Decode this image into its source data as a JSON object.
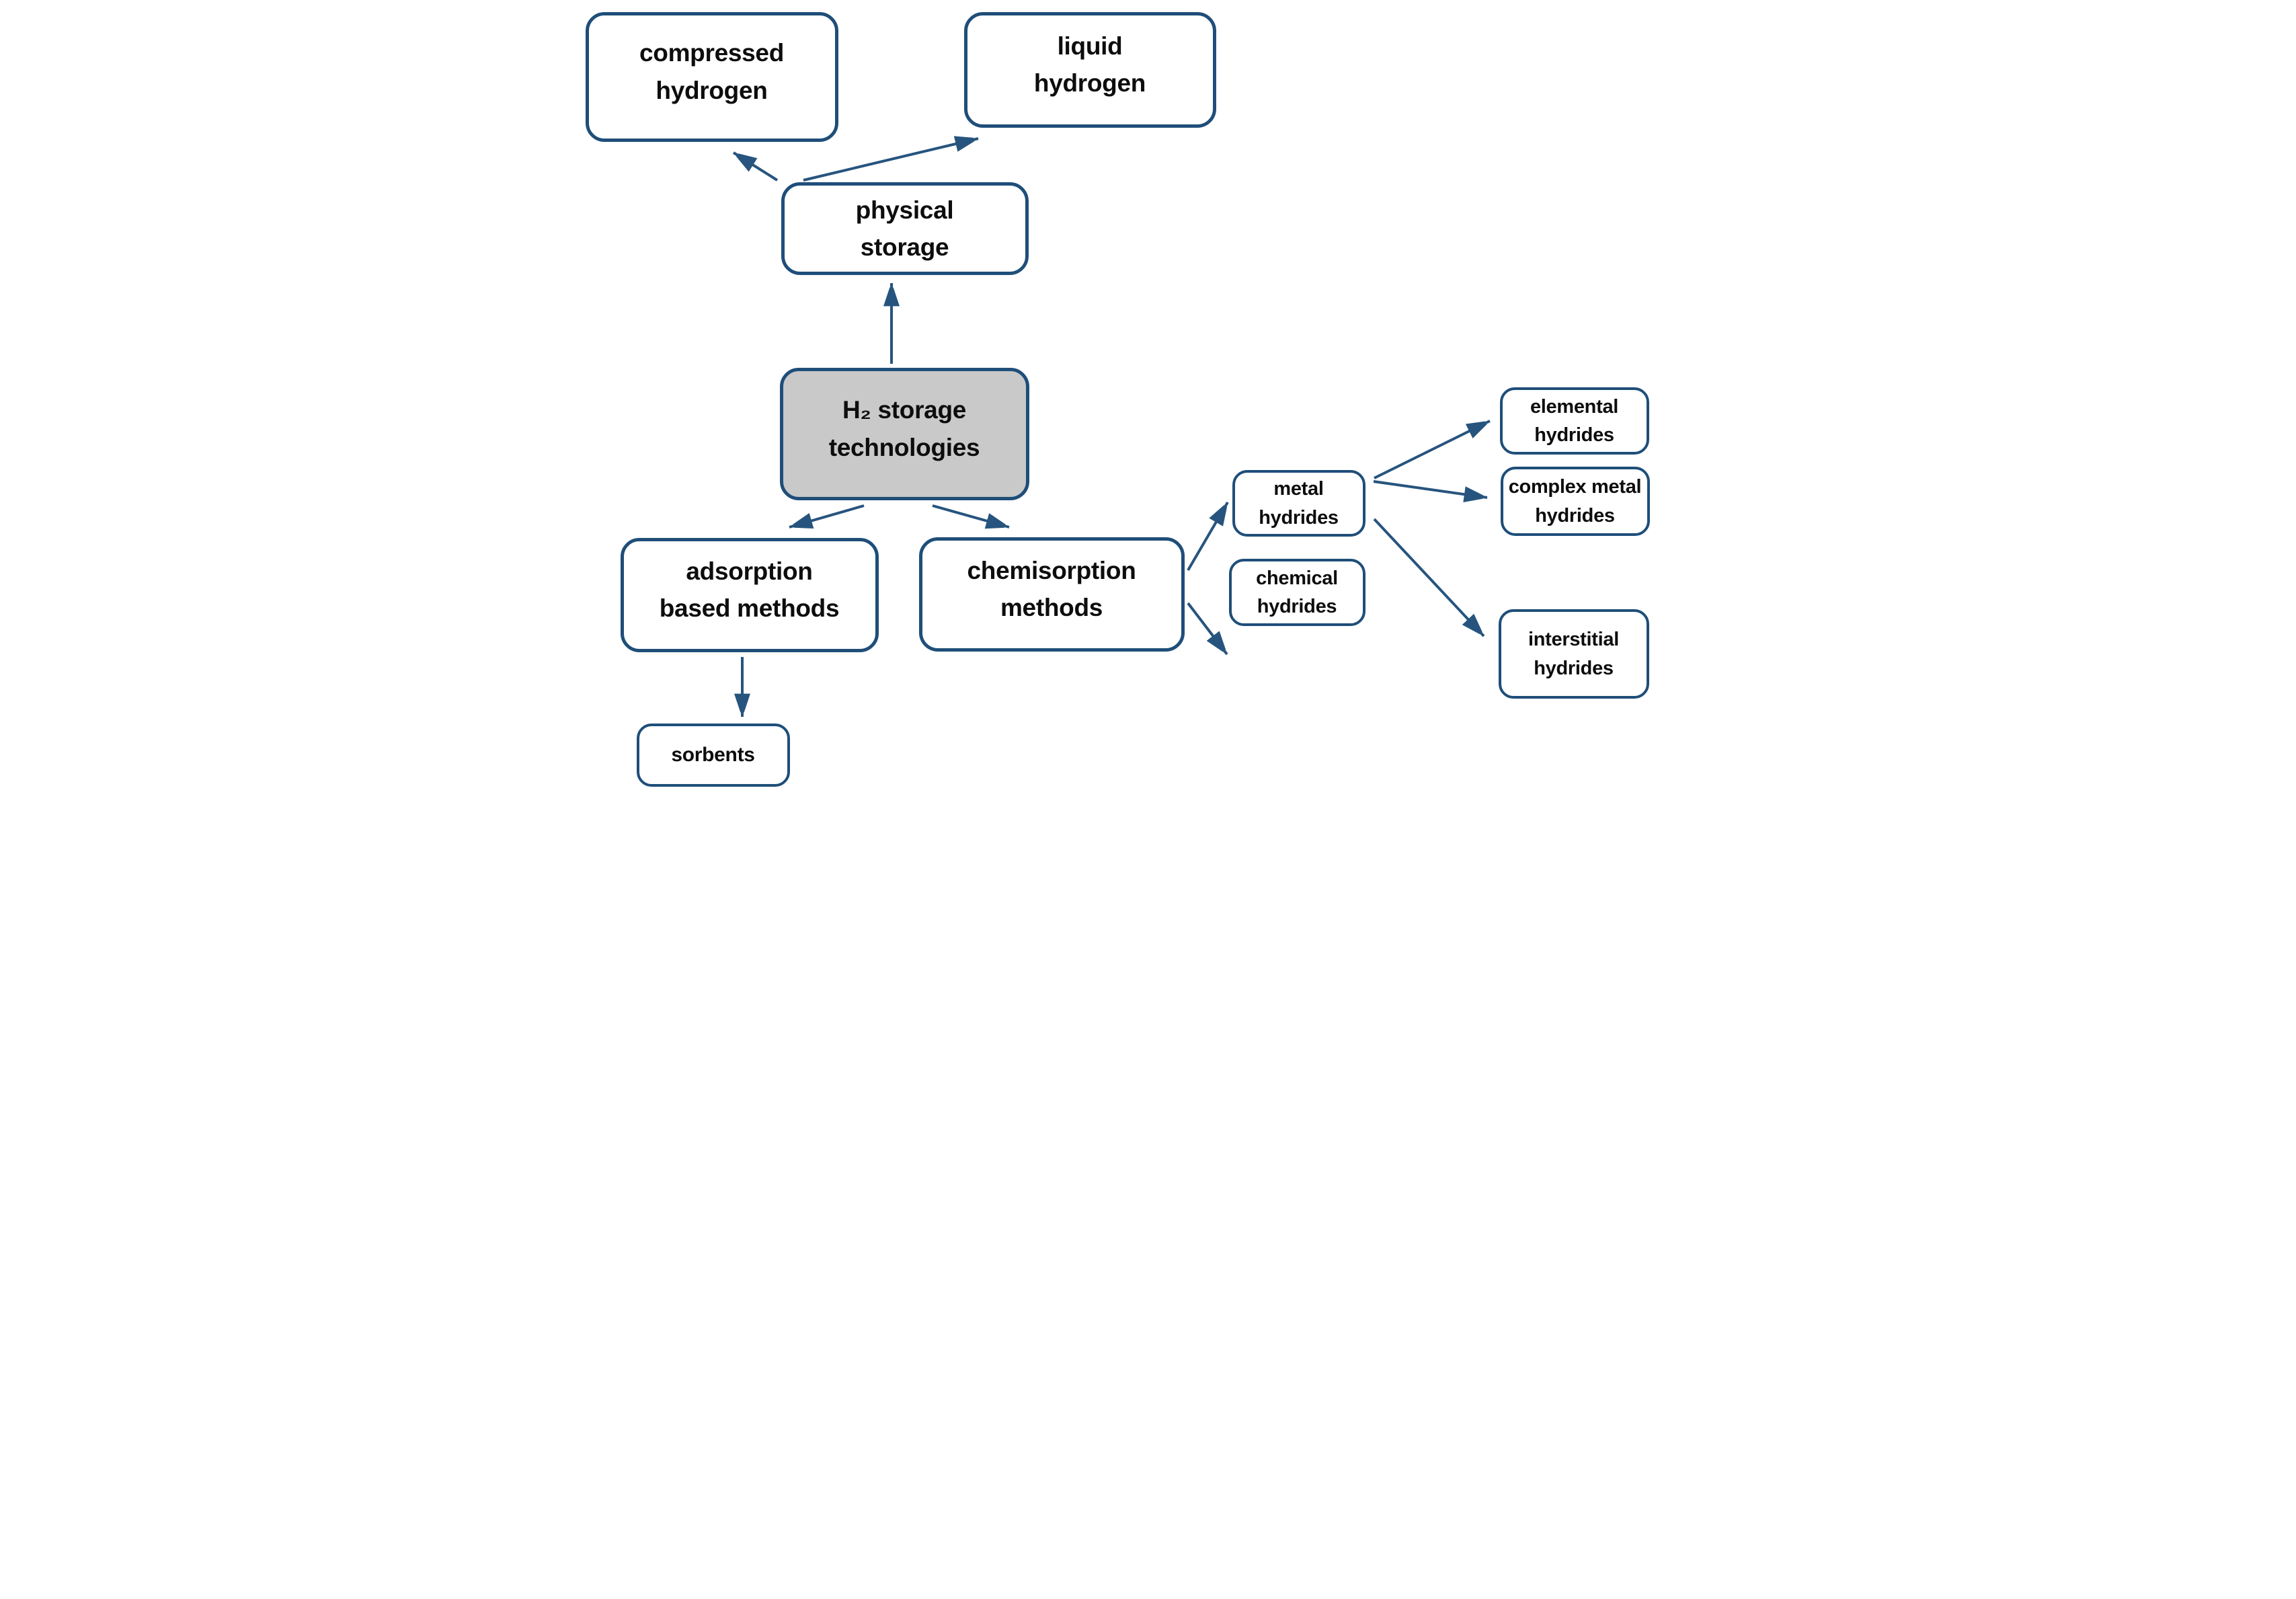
{
  "diagram": {
    "background_color": "#ffffff",
    "box_border_color": "#1f4e79",
    "arrow_color": "#26547e",
    "text_color": "#0d0d0d",
    "highlight_fill_color": "#c9c9c9",
    "plain_fill_color": "#ffffff",
    "nodes": [
      {
        "id": "compressed-hydrogen",
        "label": "compressed\nhydrogen",
        "style": "plain"
      },
      {
        "id": "liquid-hydrogen",
        "label": "liquid\nhydrogen",
        "style": "plain"
      },
      {
        "id": "physical-storage",
        "label": "physical\nstorage",
        "style": "plain"
      },
      {
        "id": "h2-storage-technologies",
        "label": "H₂ storage\ntechnologies",
        "style": "highlighted"
      },
      {
        "id": "adsorption-based-methods",
        "label": "adsorption\nbased methods",
        "style": "plain"
      },
      {
        "id": "chemisorption-methods",
        "label": "chemisorption\nmethods",
        "style": "plain"
      },
      {
        "id": "sorbents",
        "label": "sorbents",
        "style": "plain"
      },
      {
        "id": "metal-hydrides",
        "label": "metal\nhydrides",
        "style": "plain"
      },
      {
        "id": "chemical-hydrides",
        "label": "chemical\nhydrides",
        "style": "plain"
      },
      {
        "id": "elemental-hydrides",
        "label": "elemental\nhydrides",
        "style": "plain"
      },
      {
        "id": "complex-metal-hydrides",
        "label": "complex metal\nhydrides",
        "style": "plain"
      },
      {
        "id": "interstitial-hydrides",
        "label": "interstitial\nhydrides",
        "style": "plain"
      }
    ],
    "edges": [
      {
        "from": "h2-storage-technologies",
        "to": "physical-storage"
      },
      {
        "from": "physical-storage",
        "to": "compressed-hydrogen"
      },
      {
        "from": "physical-storage",
        "to": "liquid-hydrogen"
      },
      {
        "from": "h2-storage-technologies",
        "to": "adsorption-based-methods"
      },
      {
        "from": "h2-storage-technologies",
        "to": "chemisorption-methods"
      },
      {
        "from": "adsorption-based-methods",
        "to": "sorbents"
      },
      {
        "from": "chemisorption-methods",
        "to": "metal-hydrides"
      },
      {
        "from": "chemisorption-methods",
        "to": "chemical-hydrides"
      },
      {
        "from": "metal-hydrides",
        "to": "elemental-hydrides"
      },
      {
        "from": "metal-hydrides",
        "to": "complex-metal-hydrides"
      },
      {
        "from": "metal-hydrides",
        "to": "interstitial-hydrides"
      }
    ]
  }
}
